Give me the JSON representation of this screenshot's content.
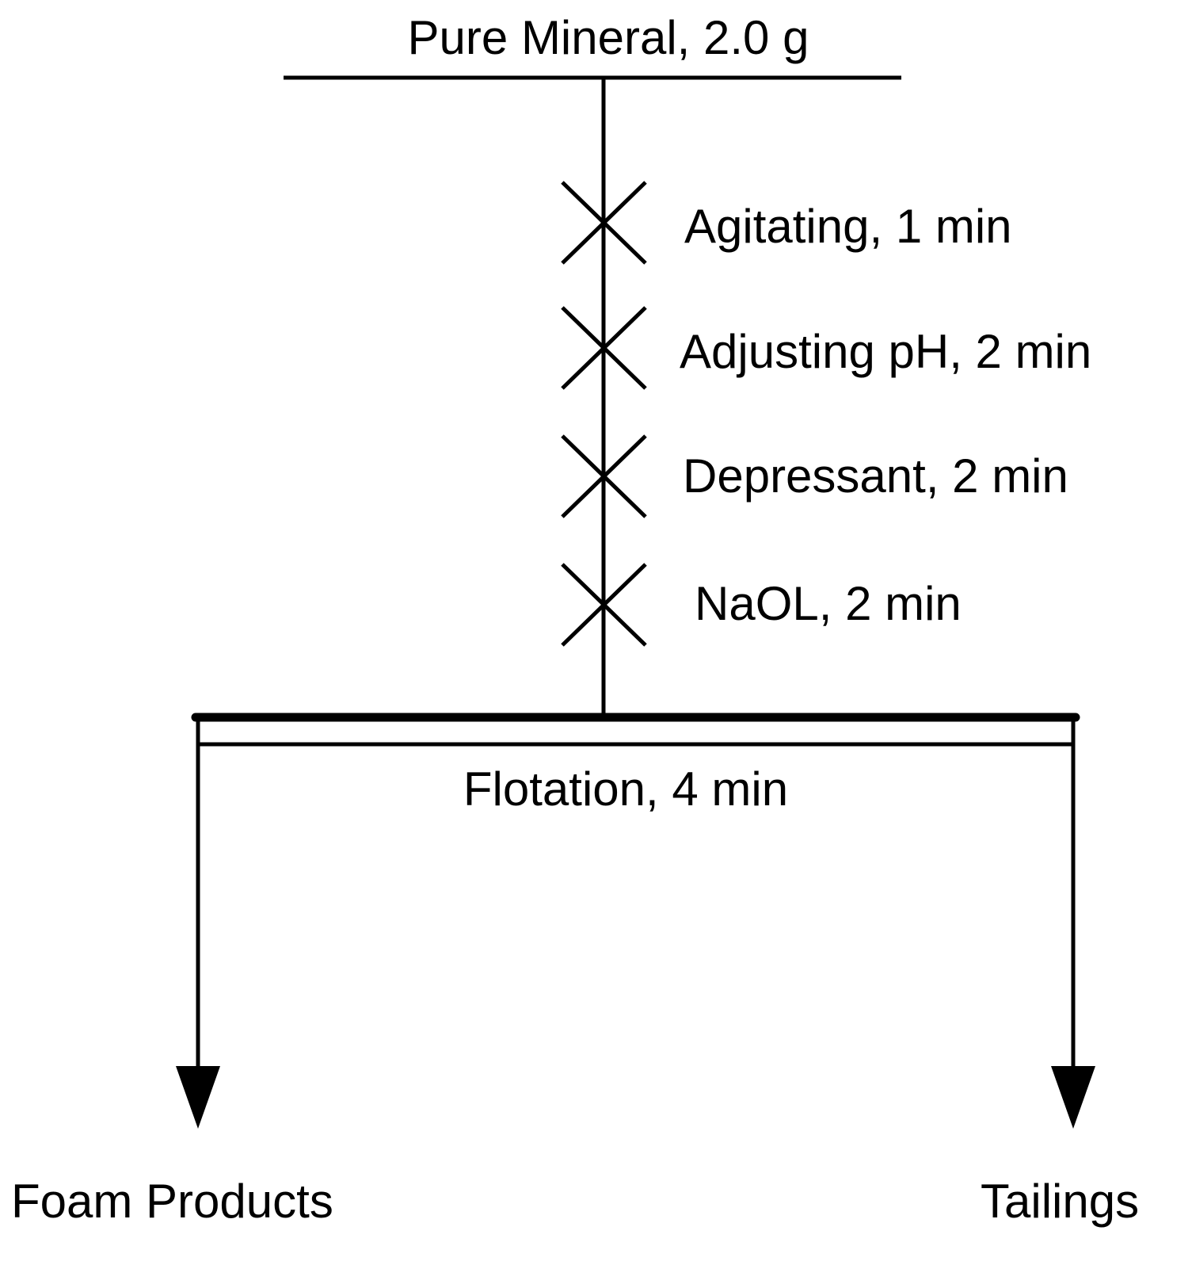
{
  "diagram": {
    "feed": {
      "label": "Pure Mineral, 2.0 g"
    },
    "steps": [
      {
        "label": "Agitating, 1 min"
      },
      {
        "label": "Adjusting pH, 2 min"
      },
      {
        "label": "Depressant, 2 min"
      },
      {
        "label": "NaOL, 2 min"
      }
    ],
    "flotation": {
      "label": "Flotation, 4 min"
    },
    "outputs": {
      "foam": {
        "label": "Foam Products"
      },
      "tailings": {
        "label": "Tailings"
      }
    }
  }
}
